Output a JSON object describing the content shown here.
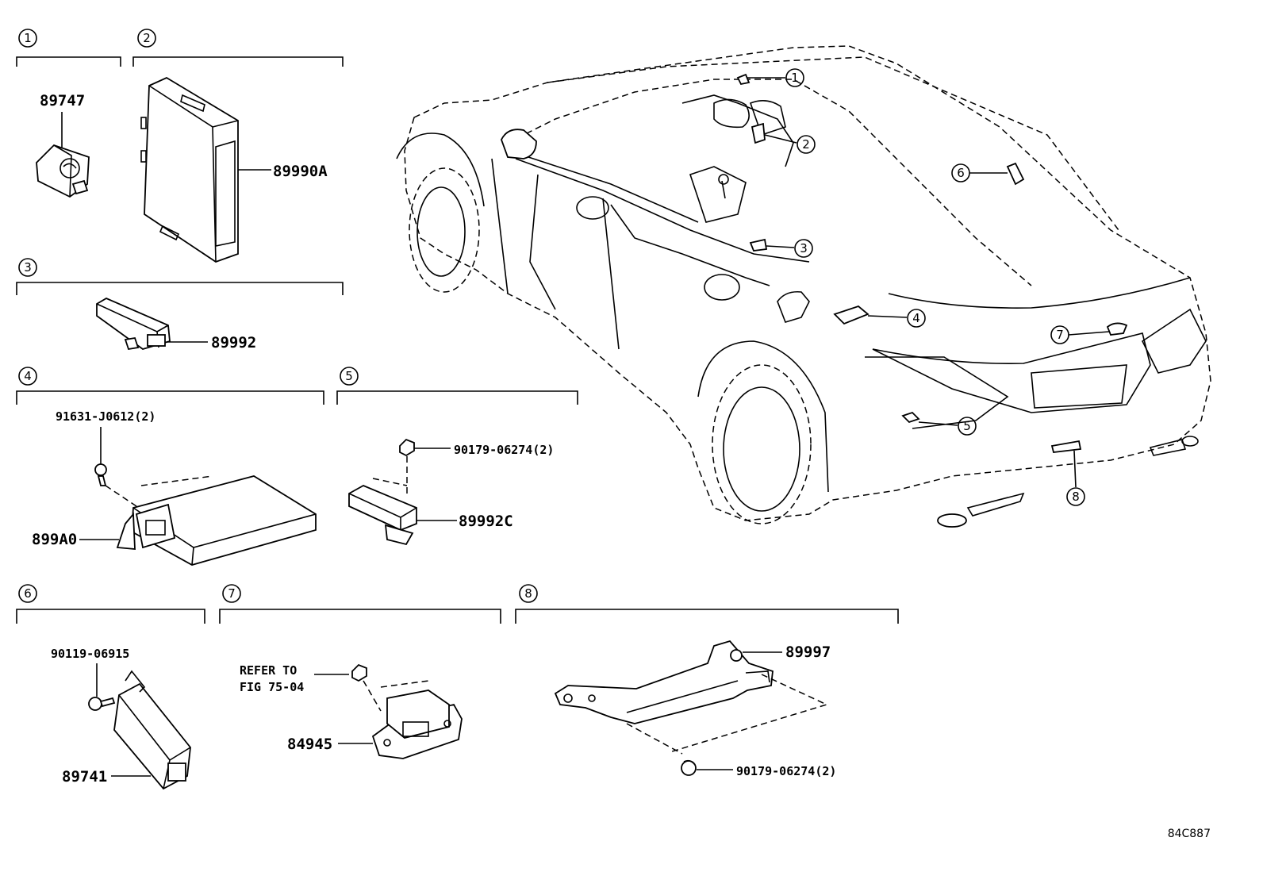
{
  "sections": [
    {
      "num": "1",
      "parts": [
        "89747"
      ]
    },
    {
      "num": "2",
      "parts": [
        "89990A"
      ]
    },
    {
      "num": "3",
      "parts": [
        "89992"
      ]
    },
    {
      "num": "4",
      "parts": [
        "91631-J0612(2)",
        "899A0"
      ]
    },
    {
      "num": "5",
      "parts": [
        "90179-06274(2)",
        "89992C"
      ]
    },
    {
      "num": "6",
      "parts": [
        "90119-06915",
        "89741"
      ]
    },
    {
      "num": "7",
      "parts": [
        "REFER TO",
        "FIG 75-04",
        "84945"
      ]
    },
    {
      "num": "8",
      "parts": [
        "89997",
        "90179-06274(2)"
      ]
    }
  ],
  "car_callouts": [
    "1",
    "2",
    "3",
    "4",
    "5",
    "6",
    "7",
    "8"
  ],
  "figure_code": "84C887"
}
